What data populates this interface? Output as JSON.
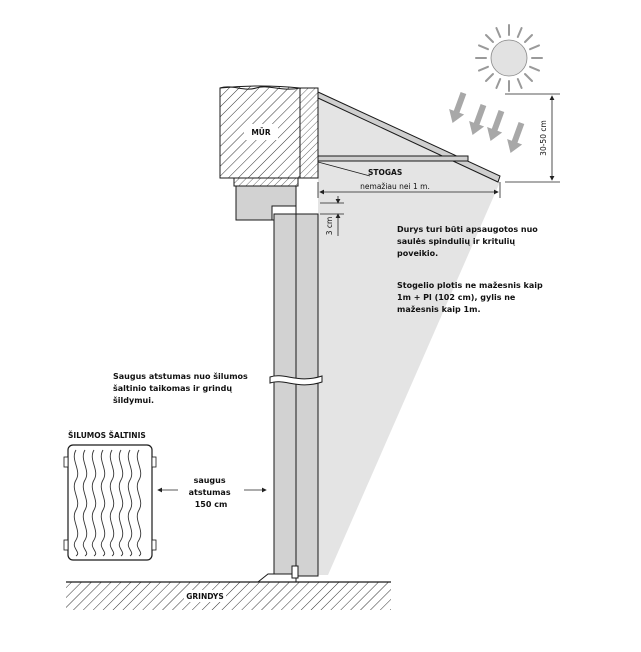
{
  "labels": {
    "wall": "MŪR",
    "roof": "STOGAS",
    "min_depth": "nemažiau nei 1 m.",
    "height_range": "30-50 cm",
    "gap": "3 cm",
    "floor": "GRINDYS",
    "heat_source_title": "ŠILUMOS ŠALTINIS",
    "distance_line1": "saugus",
    "distance_line2": "atstumas",
    "distance_line3": "150 cm"
  },
  "notes": {
    "protection": [
      "Durys turi būti apsaugotos nuo",
      "saulės spindulių ir kritulių",
      "poveikio."
    ],
    "canopy": [
      "Stogelio plotis ne mažesnis kaip",
      "1m + Pl (102 cm), gylis ne",
      "mažesnis kaip 1m."
    ],
    "safe_distance": [
      "Saugus atstumas nuo šilumos",
      "šaltinio taikomas ir grindų",
      "šildymui."
    ]
  },
  "colors": {
    "shadow": "#e4e4e4",
    "door": "#d2d2d2",
    "stroke": "#1a1a1a"
  },
  "icons": [
    "sun-icon",
    "sun-ray-arrow-icon",
    "heat-source-radiator-icon"
  ]
}
